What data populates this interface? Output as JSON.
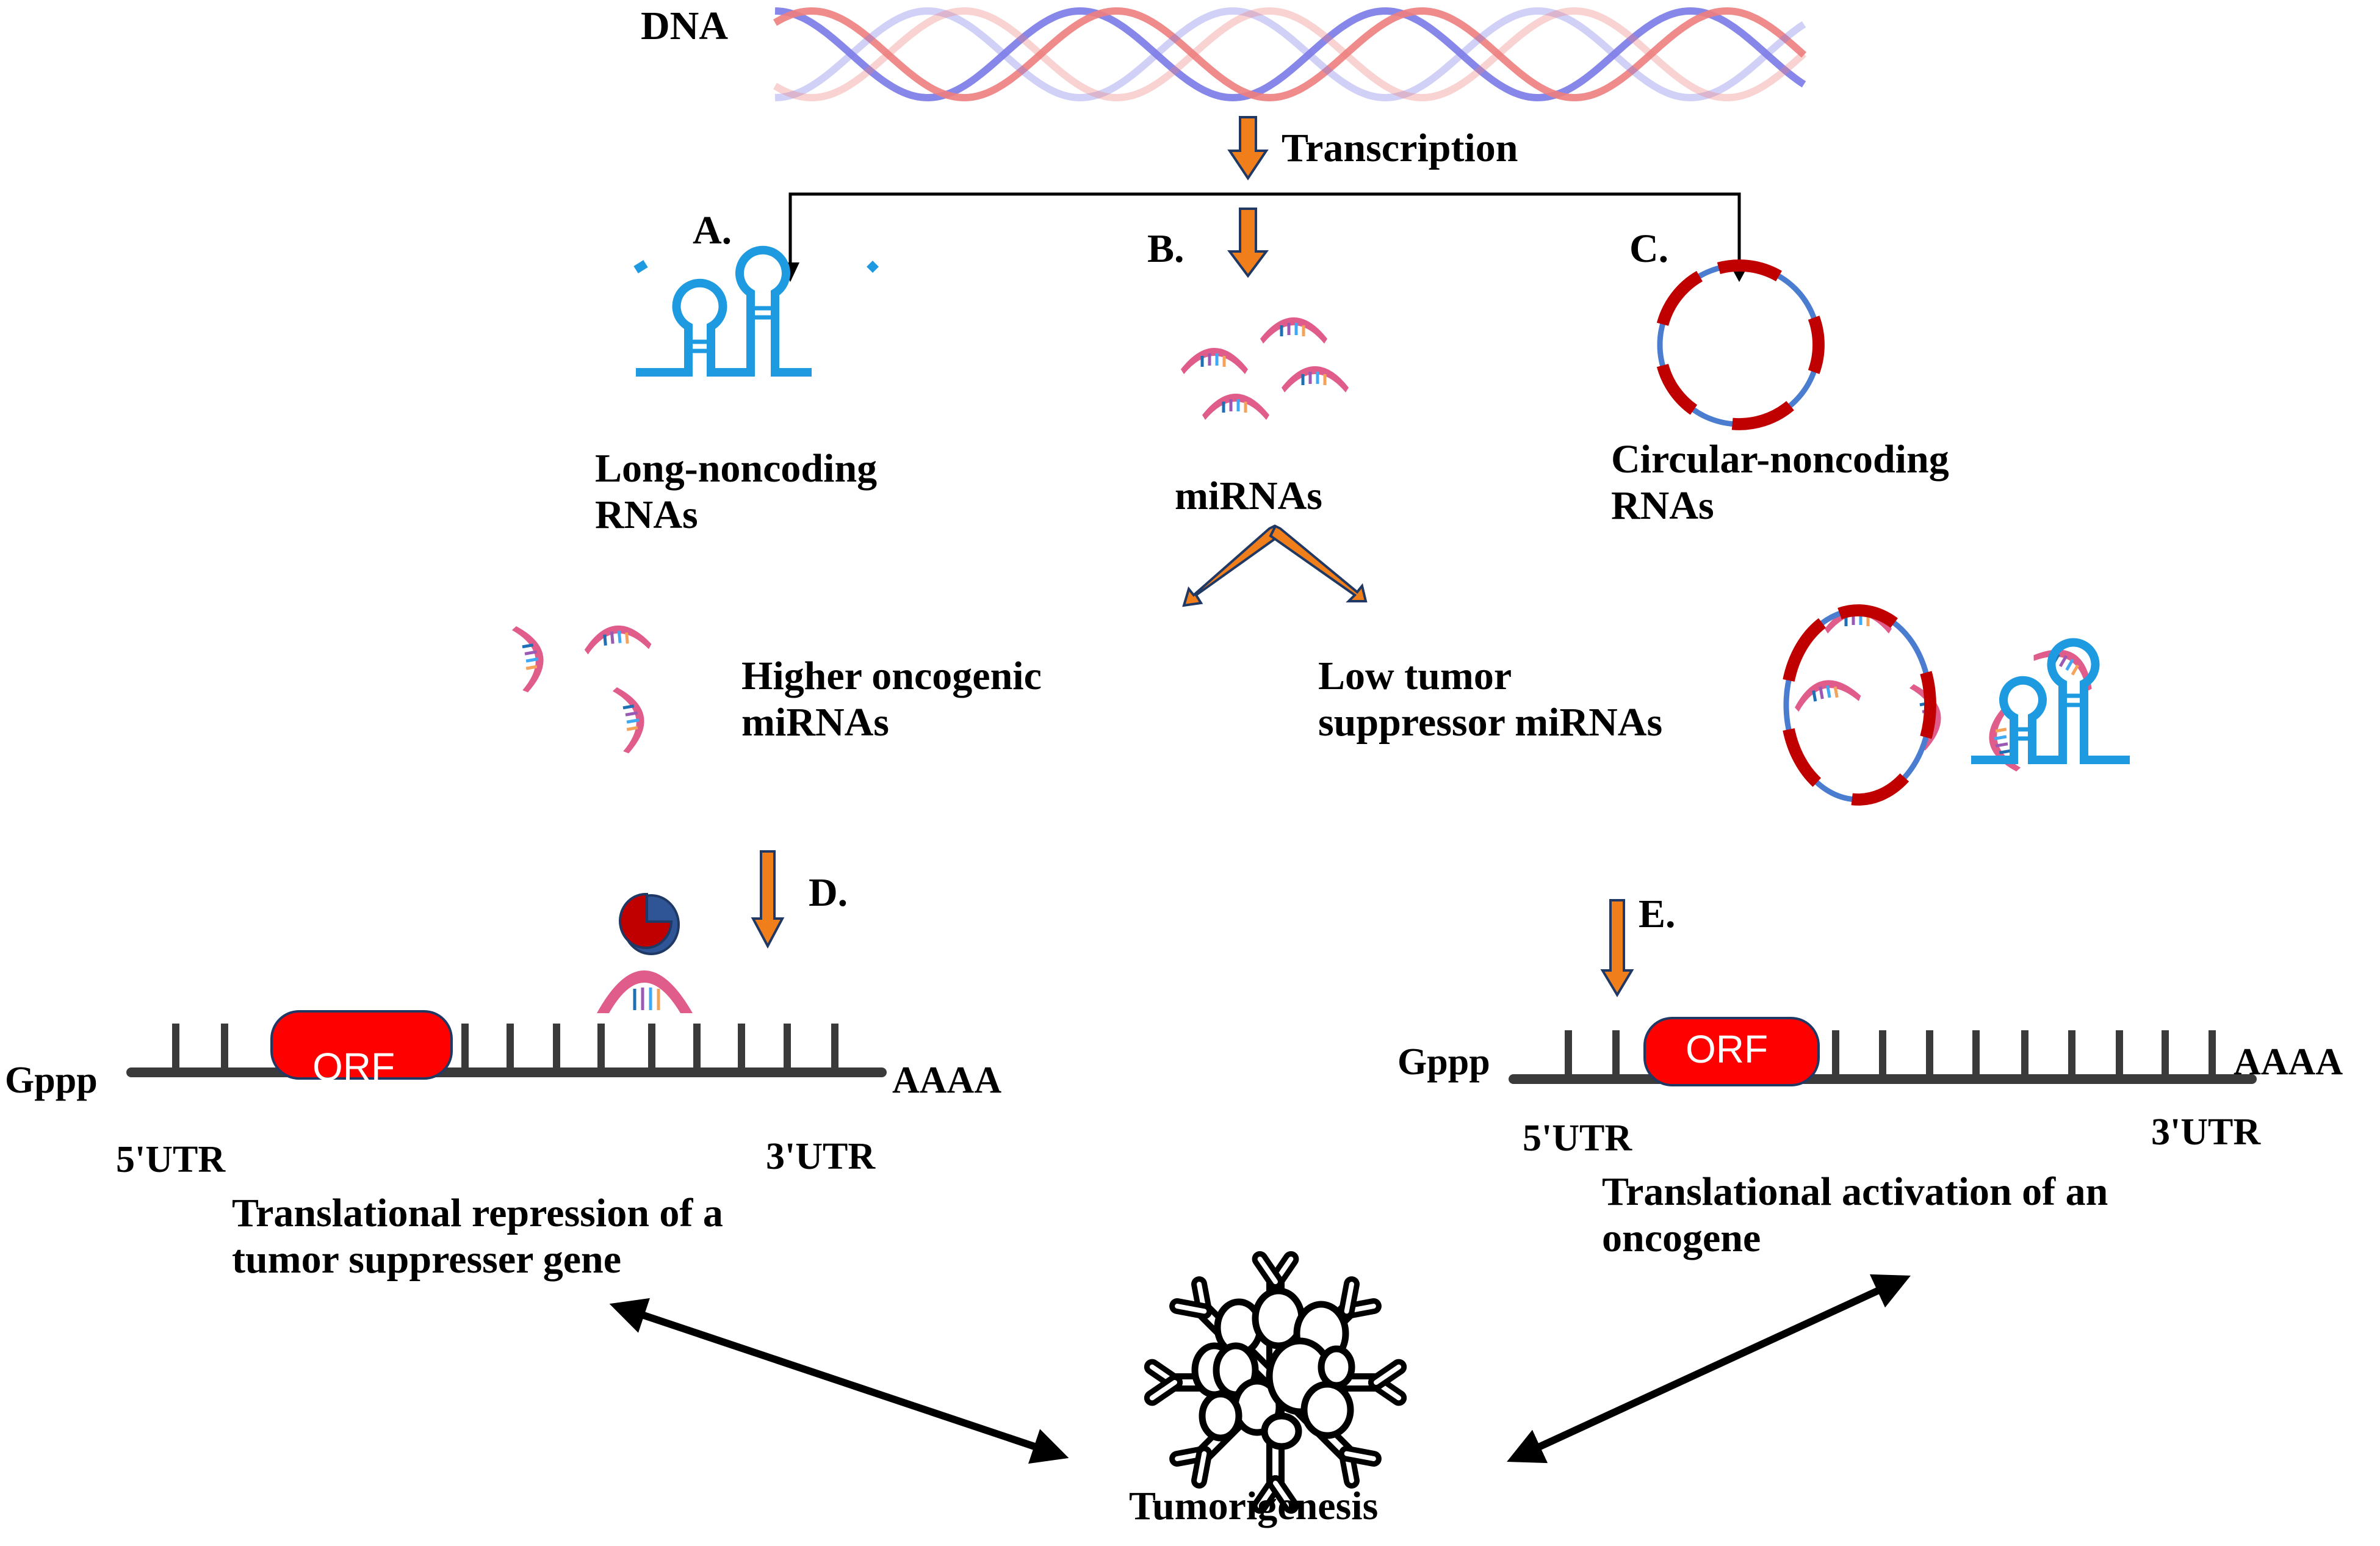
{
  "figure": {
    "dna_label": "DNA",
    "transcription_label": "Transcription",
    "branches": [
      {
        "letter": "A.",
        "label": "Long-noncoding\nRNAs",
        "icon": "lncrna-hairpin-icon"
      },
      {
        "letter": "B.",
        "label": "miRNAs",
        "icon": "mirna-cluster-icon"
      },
      {
        "letter": "C.",
        "label": "Circular-noncoding\nRNAs",
        "icon": "circrna-icon"
      }
    ],
    "mirna_outcomes": {
      "left": "Higher oncogenic\nmiRNAs",
      "right": "Low tumor\nsuppressor miRNAs"
    },
    "mrna_left": {
      "step_letter": "D.",
      "cap": "Gppp",
      "tail": "AAAA",
      "orf": "ORF",
      "utr5": "5'UTR",
      "utr3": "3'UTR",
      "caption": "Translational repression of a\ntumor suppresser gene"
    },
    "mrna_right": {
      "step_letter": "E.",
      "cap": "Gppp",
      "tail": "AAAA",
      "orf": "ORF",
      "utr5": "5'UTR",
      "utr3": "3'UTR",
      "caption": "Translational activation of an\noncogene"
    },
    "outcome_label": "Tumorigenesis",
    "colors": {
      "orange_arrow": "#F07E1A",
      "arrow_outline": "#1F3864",
      "mirna_pink": "#E05C8A",
      "lncrna_blue": "#1E9BE0",
      "circ_blue": "#4A7CD0",
      "circ_red": "#C00000",
      "orf_red": "#FF0000",
      "mrna_gray": "#3A3A3A",
      "dna_blue": "#7A7AE8",
      "dna_red": "#EE7E7E"
    }
  }
}
